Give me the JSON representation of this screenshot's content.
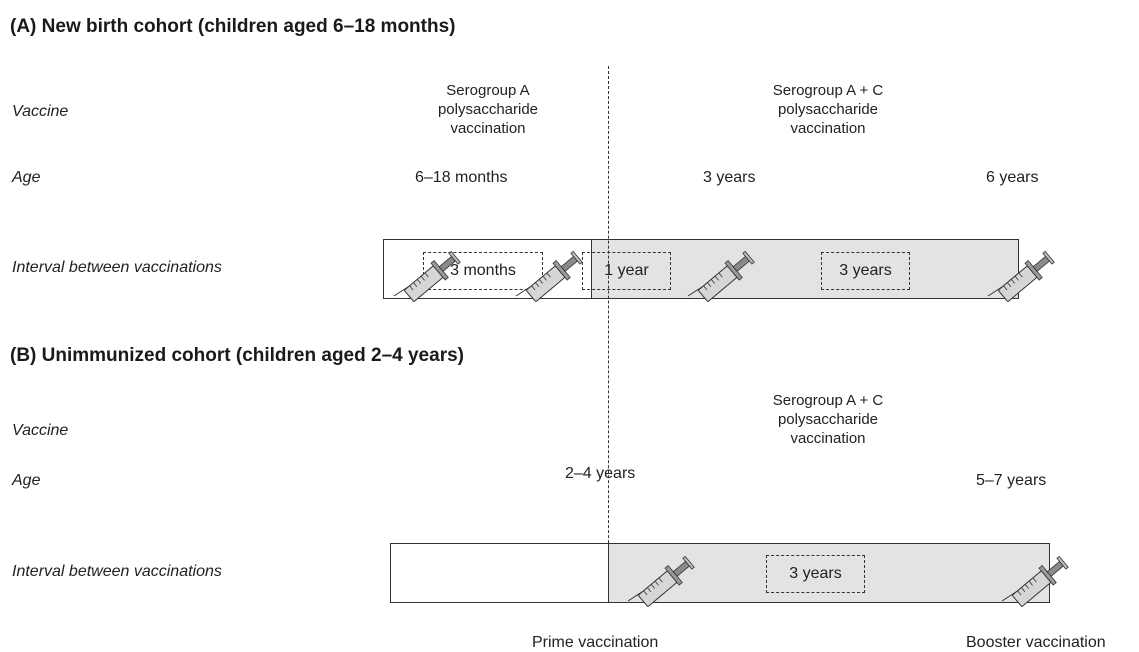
{
  "section_a": {
    "title": "(A) New birth cohort (children aged 6–18 months)",
    "row_labels": {
      "vaccine": "Vaccine",
      "age": "Age",
      "interval": "Interval between vaccinations"
    },
    "vaccines": [
      {
        "lines": [
          "Serogroup A",
          "polysaccharide",
          "vaccination"
        ]
      },
      {
        "lines": [
          "Serogroup A + C",
          "polysaccharide",
          "vaccination"
        ]
      }
    ],
    "ages": [
      "6–18 months",
      "3 years",
      "6 years"
    ],
    "intervals": [
      "3 months",
      "1 year",
      "3 years"
    ]
  },
  "section_b": {
    "title": "(B) Unimmunized cohort (children aged 2–4 years)",
    "row_labels": {
      "vaccine": "Vaccine",
      "age": "Age",
      "interval": "Interval between vaccinations"
    },
    "vaccines": [
      {
        "lines": [
          "Serogroup A + C",
          "polysaccharide",
          "vaccination"
        ]
      }
    ],
    "ages": [
      "2–4 years",
      "5–7 years"
    ],
    "intervals": [
      "3 years"
    ]
  },
  "bottom_labels": {
    "prime": "Prime vaccination",
    "booster": "Booster vaccination"
  },
  "colors": {
    "bar_grey": "#e3e3e3",
    "outline": "#333333",
    "syringe_fill": "#d6d6d6"
  },
  "icons": [
    "syringe-icon"
  ]
}
